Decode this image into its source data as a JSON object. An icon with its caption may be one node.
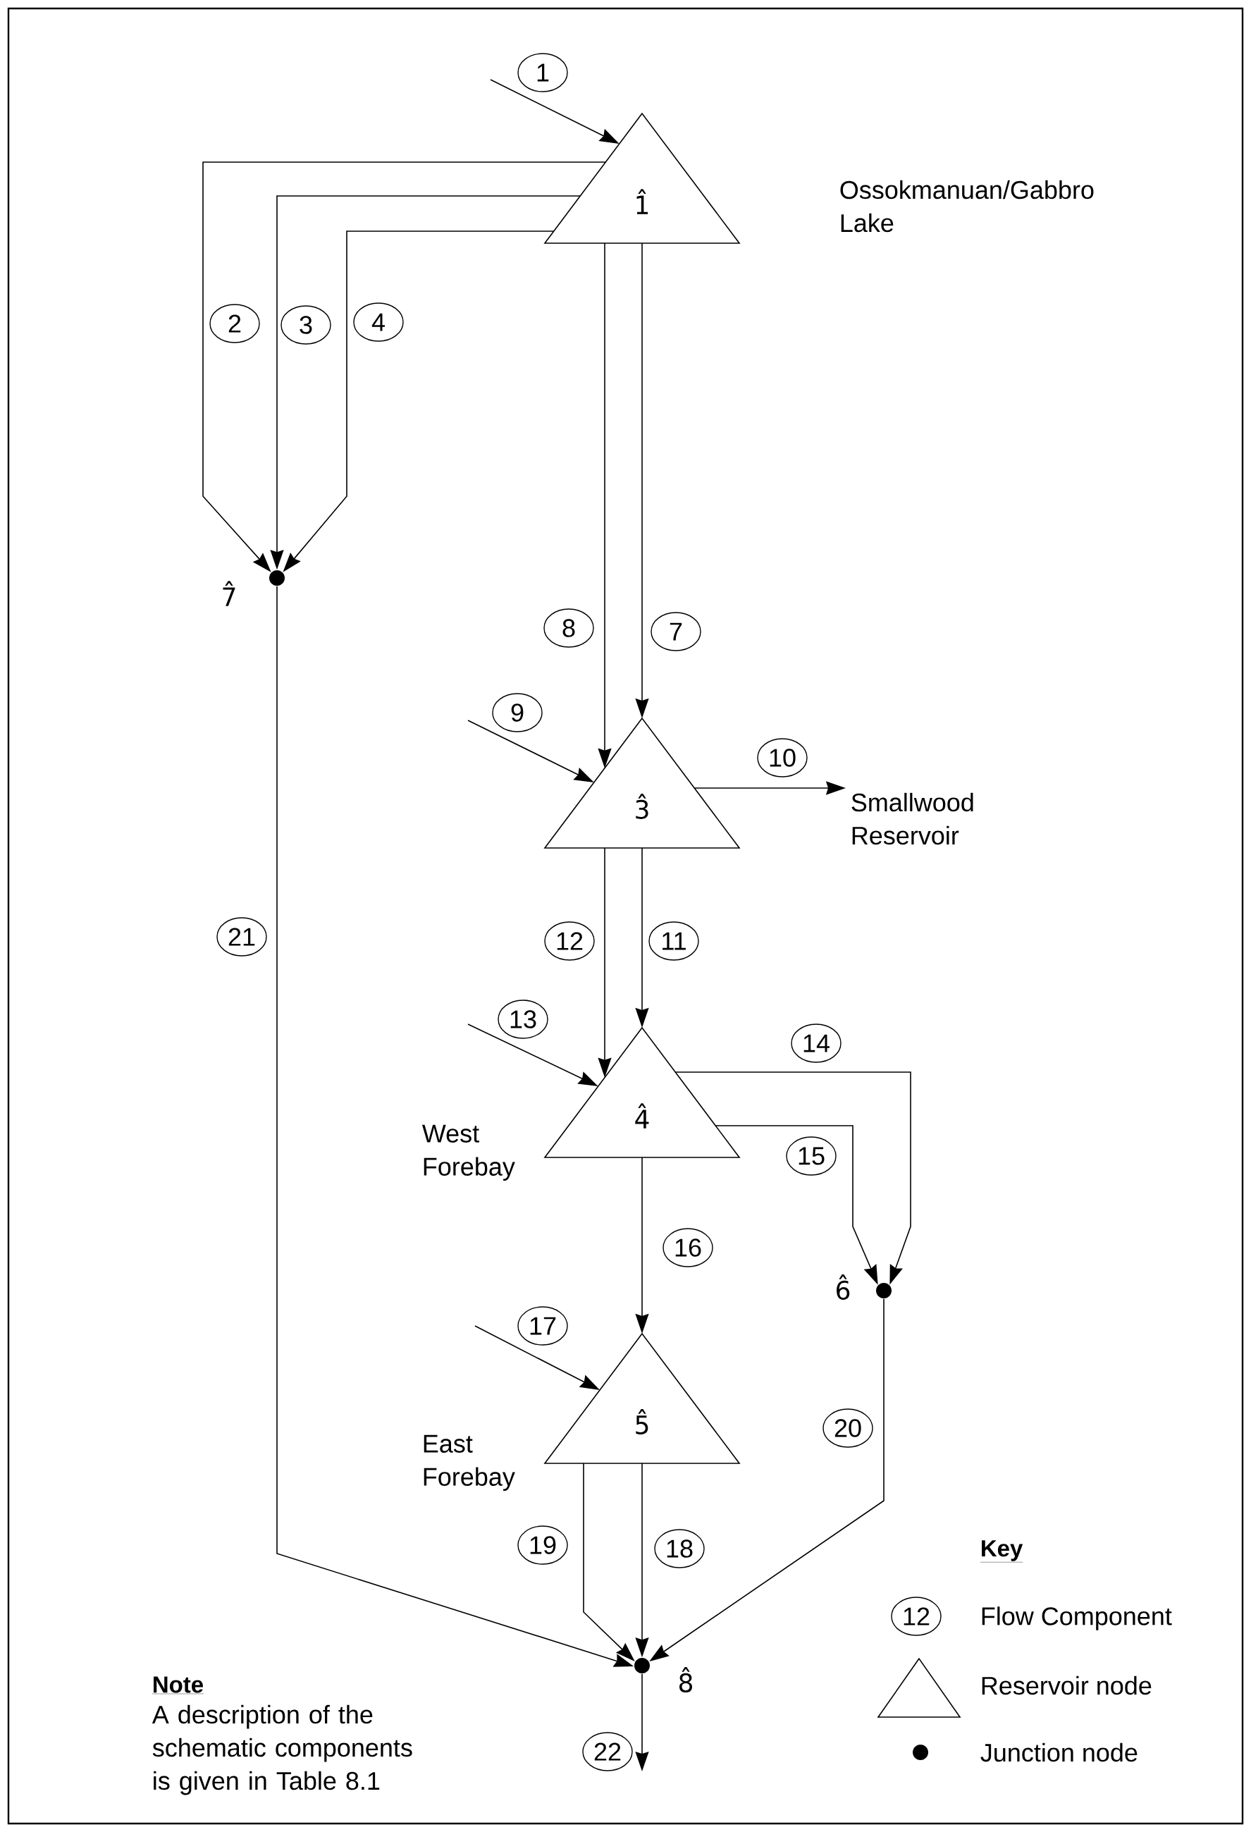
{
  "diagram": {
    "nodes": [
      {
        "text": [
          "1̂"
        ],
        "beside": [
          "Ossokmanuan/Gabbro Lake"
        ]
      },
      {
        "text": [
          "7̂"
        ]
      },
      {
        "text": [
          "3̂"
        ]
      },
      {
        "text": [
          "Smallwood Reservoir"
        ]
      },
      {
        "text": [
          "4̂"
        ],
        "beside": [
          "West Forebay"
        ]
      },
      {
        "text": [
          "6̂"
        ]
      },
      {
        "text": [
          "5̂"
        ],
        "beside": [
          "East Forebay"
        ]
      },
      {
        "text": [
          "8̂"
        ]
      }
    ],
    "edges": [
      {
        "from": null,
        "to": 0,
        "arrow": "to",
        "label": "1"
      },
      {
        "from": 0,
        "to": 1,
        "arrow": "to",
        "label": "2"
      },
      {
        "from": 0,
        "to": 1,
        "arrow": "to",
        "label": "3"
      },
      {
        "from": 0,
        "to": 1,
        "arrow": "to",
        "label": "4"
      },
      {
        "from": 0,
        "to": 2,
        "arrow": "to",
        "label": "7"
      },
      {
        "from": 0,
        "to": 2,
        "arrow": "to",
        "label": "8"
      },
      {
        "from": null,
        "to": 2,
        "arrow": "to",
        "label": "9"
      },
      {
        "from": 2,
        "to": 3,
        "arrow": "to",
        "label": "10"
      },
      {
        "from": 2,
        "to": 4,
        "arrow": "to",
        "label": "11"
      },
      {
        "from": 2,
        "to": 4,
        "arrow": "to",
        "label": "12"
      },
      {
        "from": null,
        "to": 4,
        "arrow": "to",
        "label": "13"
      },
      {
        "from": 4,
        "to": 5,
        "arrow": "to",
        "label": "14"
      },
      {
        "from": 4,
        "to": 5,
        "arrow": "to",
        "label": "15"
      },
      {
        "from": 4,
        "to": 6,
        "arrow": "to",
        "label": "16"
      },
      {
        "from": null,
        "to": 6,
        "arrow": "to",
        "label": "17"
      },
      {
        "from": 6,
        "to": 7,
        "arrow": "to",
        "label": "18"
      },
      {
        "from": 6,
        "to": 7,
        "arrow": "to",
        "label": "19"
      },
      {
        "from": 5,
        "to": 7,
        "arrow": "to",
        "label": "20"
      },
      {
        "from": 1,
        "to": 7,
        "arrow": "to",
        "label": "21"
      },
      {
        "from": 7,
        "to": null,
        "arrow": "to",
        "label": "22"
      }
    ],
    "labels": [
      "Key",
      "12",
      "Note",
      "A description of the schematic components is given in Table 8.1"
    ],
    "legend": [
      {
        "text": "Flow Component"
      },
      {
        "text": "Reservoir node"
      },
      {
        "text": "Junction node"
      }
    ]
  }
}
